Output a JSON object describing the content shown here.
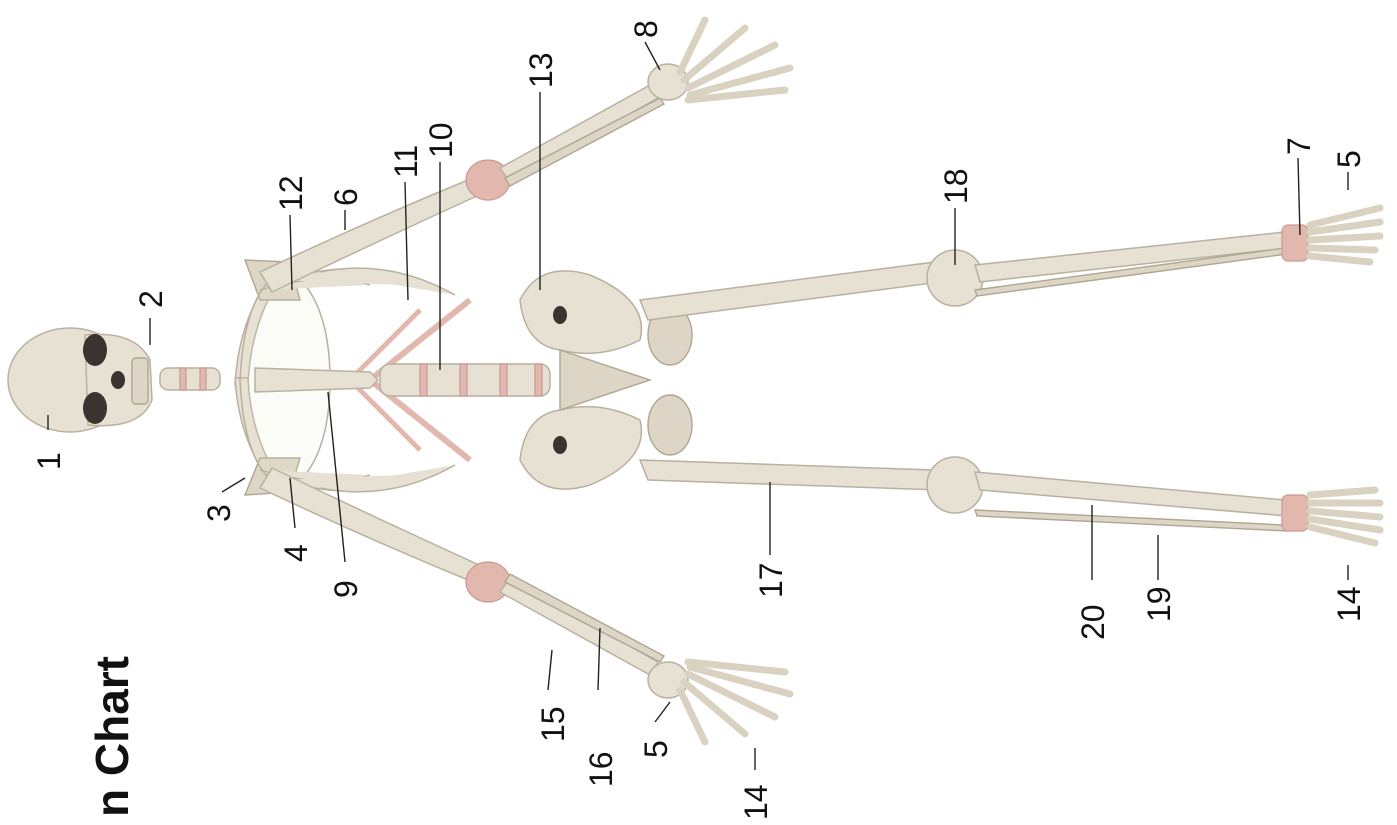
{
  "title": "n Chart",
  "labels": {
    "n1": "1",
    "n2": "2",
    "n3": "3",
    "n4": "4",
    "n5a": "5",
    "n5b": "5",
    "n6": "6",
    "n7": "7",
    "n8": "8",
    "n9": "9",
    "n10": "10",
    "n11": "11",
    "n12": "12",
    "n13": "13",
    "n14a": "14",
    "n14b": "14",
    "n15": "15",
    "n16": "16",
    "n17": "17",
    "n18": "18",
    "n19": "19",
    "n20": "20"
  },
  "colors": {
    "bone": "#e7e1d3",
    "cartilage": "#e2b7ae",
    "text": "#111111"
  }
}
